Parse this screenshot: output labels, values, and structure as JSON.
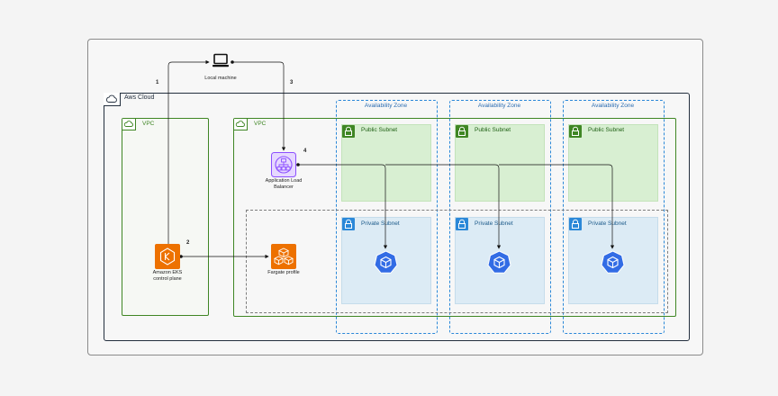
{
  "diagram": {
    "local_machine": {
      "label": "Local machine",
      "icon": "laptop-icon"
    },
    "aws_cloud": {
      "label": "Aws Cloud",
      "icon": "cloud-icon"
    },
    "vpcs": [
      {
        "label": "VPC",
        "icon": "vpc-icon"
      },
      {
        "label": "VPC",
        "icon": "vpc-icon"
      }
    ],
    "availability_zones": [
      {
        "label": "Availability Zone",
        "public_subnet": "Public Subnet",
        "private_subnet": "Private Subnet"
      },
      {
        "label": "Availability Zone",
        "public_subnet": "Public Subnet",
        "private_subnet": "Private Subnet"
      },
      {
        "label": "Availability Zone",
        "public_subnet": "Public Subnet",
        "private_subnet": "Private Subnet"
      }
    ],
    "nodes": {
      "alb": {
        "line1": "Application Load",
        "line2": "Balancer",
        "icon": "load-balancer-icon"
      },
      "eks": {
        "line1": "Amazon EKS",
        "line2": "control plane",
        "icon": "eks-icon"
      },
      "fargate": {
        "label": "Fargate profile",
        "icon": "fargate-icon"
      },
      "pod_icon": "kubernetes-pod-icon"
    },
    "steps": [
      "1",
      "2",
      "3",
      "4"
    ],
    "colors": {
      "vpc": "#3f8624",
      "az": "#2b88d8",
      "public_subnet": "#d8efd2",
      "private_subnet": "#dcebf5",
      "eks": "#ed7100",
      "alb": "#8c4fff",
      "pod": "#326ce5"
    }
  }
}
